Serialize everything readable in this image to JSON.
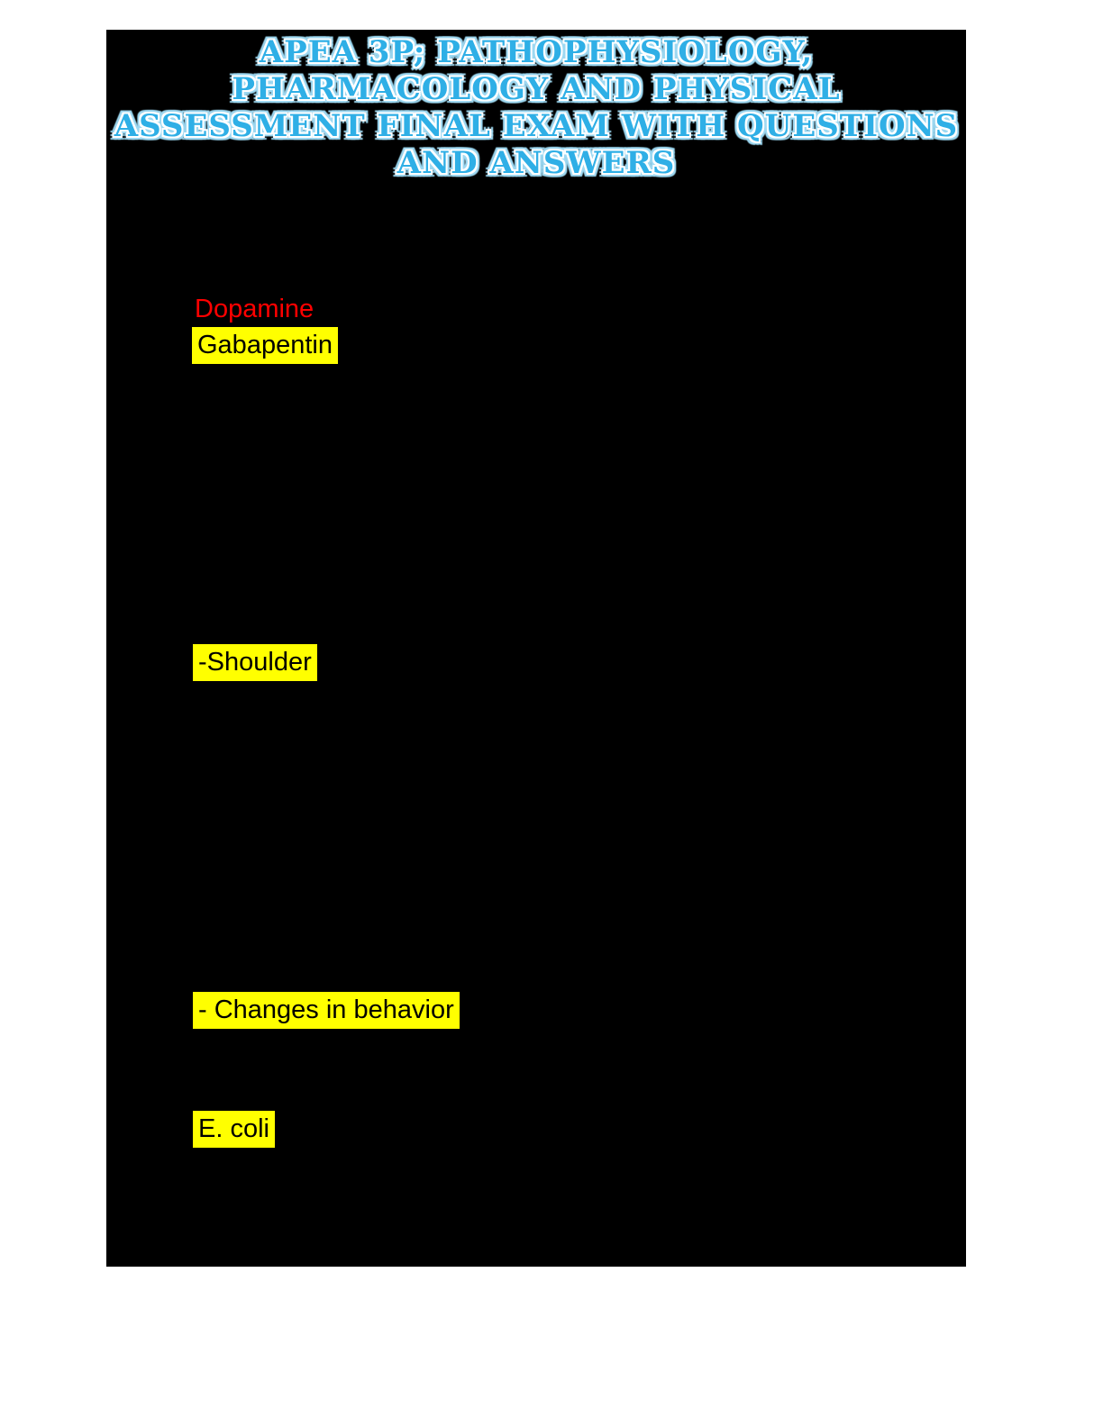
{
  "document": {
    "title_line1": "APEA 3P; PATHOPHYSIOLOGY, PHARMACOLOGY AND PHYSICAL",
    "title_line2": "ASSESSMENT FINAL EXAM WITH QUESTIONS AND ANSWERS",
    "visible_answers": [
      {
        "text": "Dopamine",
        "emphasis": "red-text"
      },
      {
        "text": "Gabapentin",
        "emphasis": "yellow-highlight"
      },
      {
        "text": "-Shoulder",
        "emphasis": "yellow-highlight"
      },
      {
        "text": "- Changes in behavior",
        "emphasis": "yellow-highlight"
      },
      {
        "text": "E. coli",
        "emphasis": "yellow-highlight"
      }
    ]
  },
  "colors": {
    "page_background": "#FFFFFF",
    "redacted_background": "#000000",
    "title_fill": "#2FAFE6",
    "title_outline": "#FFFFFF",
    "title_glow": "#9ED9F2",
    "highlight": "#FFFF00",
    "red_text": "#FF0000"
  }
}
